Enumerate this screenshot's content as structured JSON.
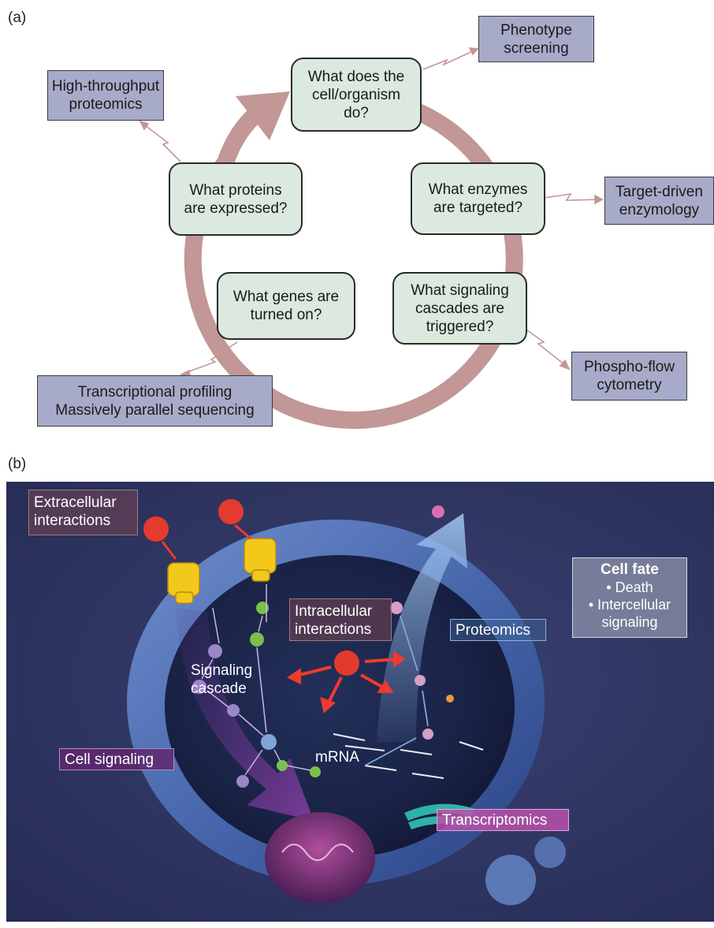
{
  "panel_a": {
    "label": "(a)",
    "questions": [
      {
        "id": "do",
        "text": "What does the\ncell/organism\ndo?"
      },
      {
        "id": "enzymes",
        "text": "What enzymes\nare targeted?"
      },
      {
        "id": "signaling",
        "text": "What signaling\ncascades are\ntriggered?"
      },
      {
        "id": "genes",
        "text": "What genes are\nturned on?"
      },
      {
        "id": "proteins",
        "text": "What proteins\nare expressed?"
      }
    ],
    "techniques": [
      {
        "id": "phenotype",
        "text": "Phenotype\nscreening"
      },
      {
        "id": "enzymology",
        "text": "Target-driven\nenzymology"
      },
      {
        "id": "phospho",
        "text": "Phospho-flow\ncytometry"
      },
      {
        "id": "transcriptional",
        "text": "Transcriptional profiling\nMassively parallel sequencing"
      },
      {
        "id": "proteomics_ht",
        "text": "High-throughput\nproteomics"
      }
    ]
  },
  "panel_b": {
    "label": "(b)",
    "labels": {
      "extracellular": "Extracellular\ninteractions",
      "intracellular": "Intracellular\ninteractions",
      "proteomics": "Proteomics",
      "signaling_cascade": "Signaling\ncascade",
      "cell_signaling": "Cell signaling",
      "mrna": "mRNA",
      "transcriptomics": "Transcriptomics"
    },
    "cell_fate": {
      "title": "Cell fate",
      "items": [
        "• Death",
        "• Intercellular\nsignaling"
      ]
    }
  },
  "colors": {
    "question_fill": "#dbe9df",
    "technique_fill": "#a7abc9",
    "cycle_arrow": "#c29795",
    "background_b": "#2c3462",
    "membrane": "#4f6fb5"
  }
}
